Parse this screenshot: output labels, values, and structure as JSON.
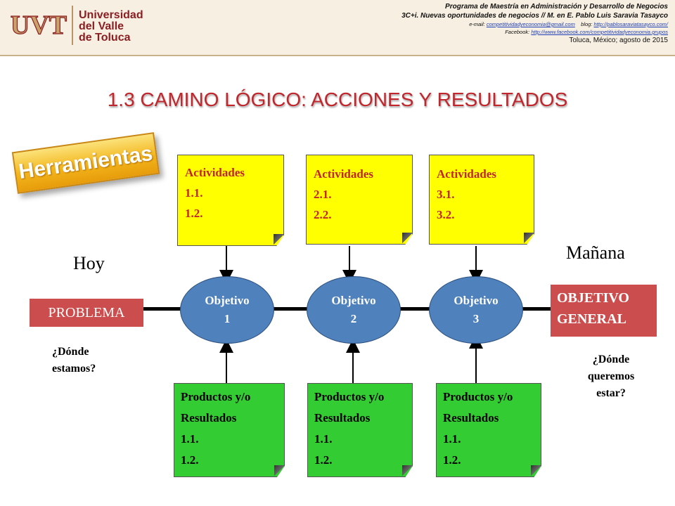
{
  "header": {
    "university": [
      "Universidad",
      "del Valle",
      "de Toluca"
    ],
    "logo_text": "UVT",
    "line1": "Programa de Maestría en Administración y Desarrollo de Negocios",
    "line2": "3C+i. Nuevas oportunidades de negocios // M. en E. Pablo Luis Saravia Tasayco",
    "email_label": "e-mail:",
    "email": "competitividadyeconomia@gmail.com",
    "blog_label": "blog:",
    "blog": "http://pablosaraviatasayco.com/",
    "facebook_label": "Facebook:",
    "facebook": "http://www.facebook.com/competitividadyeconomia.grupos",
    "place_date": "Toluca, México; agosto de 2015"
  },
  "title": "1.3 CAMINO LÓGICO: ACCIONES Y RESULTADOS",
  "badge": "Herramientas",
  "labels": {
    "today": "Hoy",
    "tomorrow": "Mañana"
  },
  "problem": "PROBLEMA",
  "goal": [
    "OBJETIVO",
    "GENERAL"
  ],
  "question_left": [
    "¿Dónde",
    "estamos?"
  ],
  "question_right": [
    "¿Dónde",
    "queremos",
    "estar?"
  ],
  "activities": [
    [
      "Actividades",
      "1.1.",
      "1.2."
    ],
    [
      "Actividades",
      "2.1.",
      "2.2."
    ],
    [
      "Actividades",
      "3.1.",
      "3.2."
    ]
  ],
  "objectives": [
    [
      "Objetivo",
      "1"
    ],
    [
      "Objetivo",
      "2"
    ],
    [
      "Objetivo",
      "3"
    ]
  ],
  "products": [
    [
      "Productos y/o",
      "Resultados",
      "1.1.",
      "1.2."
    ],
    [
      "Productos y/o",
      "Resultados",
      "1.1.",
      "1.2."
    ],
    [
      "Productos y/o",
      "Resultados",
      "1.1.",
      "1.2."
    ]
  ],
  "colors": {
    "title": "#c0262c",
    "activity_note": "#ffff00",
    "product_note": "#33cc33",
    "objective": "#4f81bd",
    "problem_goal": "#cc4d4d"
  }
}
